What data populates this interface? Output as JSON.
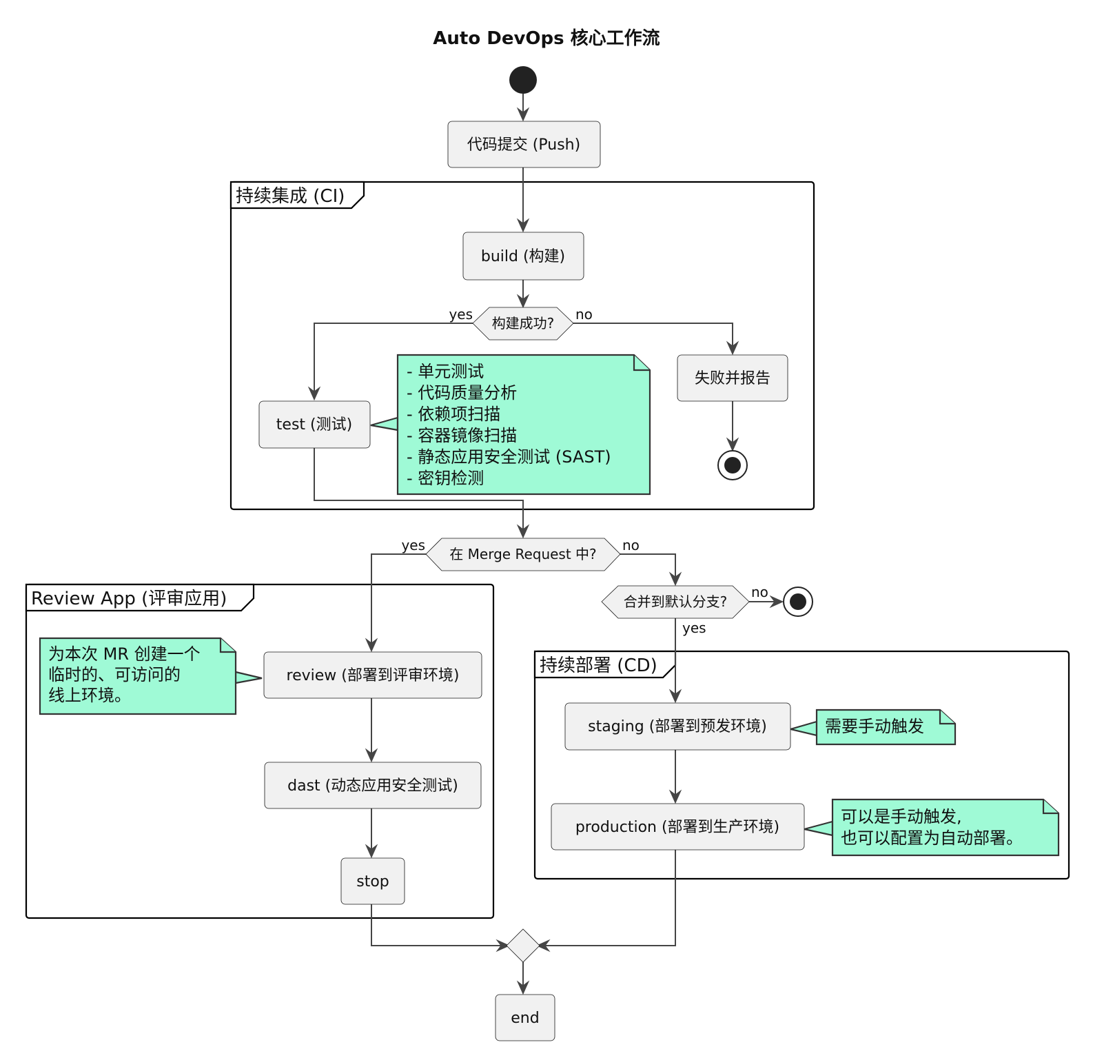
{
  "title": "Auto DevOps 核心工作流",
  "frames": {
    "ci": "持续集成 (CI)",
    "review": "Review App (评审应用)",
    "cd": "持续部署 (CD)"
  },
  "activities": {
    "push": "代码提交 (Push)",
    "build": "build (构建)",
    "fail": "失败并报告",
    "test": "test (测试)",
    "review": "review (部署到评审环境)",
    "dast": "dast (动态应用安全测试)",
    "stop": "stop",
    "staging": "staging (部署到预发环境)",
    "production": "production (部署到生产环境)",
    "end": "end"
  },
  "decisions": {
    "build_ok": "构建成功?",
    "in_mr": "在 Merge Request 中?",
    "merge_default": "合并到默认分支?"
  },
  "branch_labels": {
    "build_yes": "yes",
    "build_no": "no",
    "mr_yes": "yes",
    "mr_no": "no",
    "merge_no": "no",
    "merge_yes": "yes"
  },
  "notes": {
    "test": [
      "- 单元测试",
      "- 代码质量分析",
      "- 依赖项扫描",
      "- 容器镜像扫描",
      "- 静态应用安全测试 (SAST)",
      "- 密钥检测"
    ],
    "review": [
      "为本次 MR 创建一个",
      "临时的、可访问的",
      "线上环境。"
    ],
    "staging": [
      "需要手动触发"
    ],
    "production": [
      "可以是手动触发,",
      "也可以配置为自动部署。"
    ]
  },
  "colors": {
    "activity_fill": "#f1f1f1",
    "note_fill": "#9ffad6",
    "edge": "#454545",
    "node": "#222222"
  }
}
